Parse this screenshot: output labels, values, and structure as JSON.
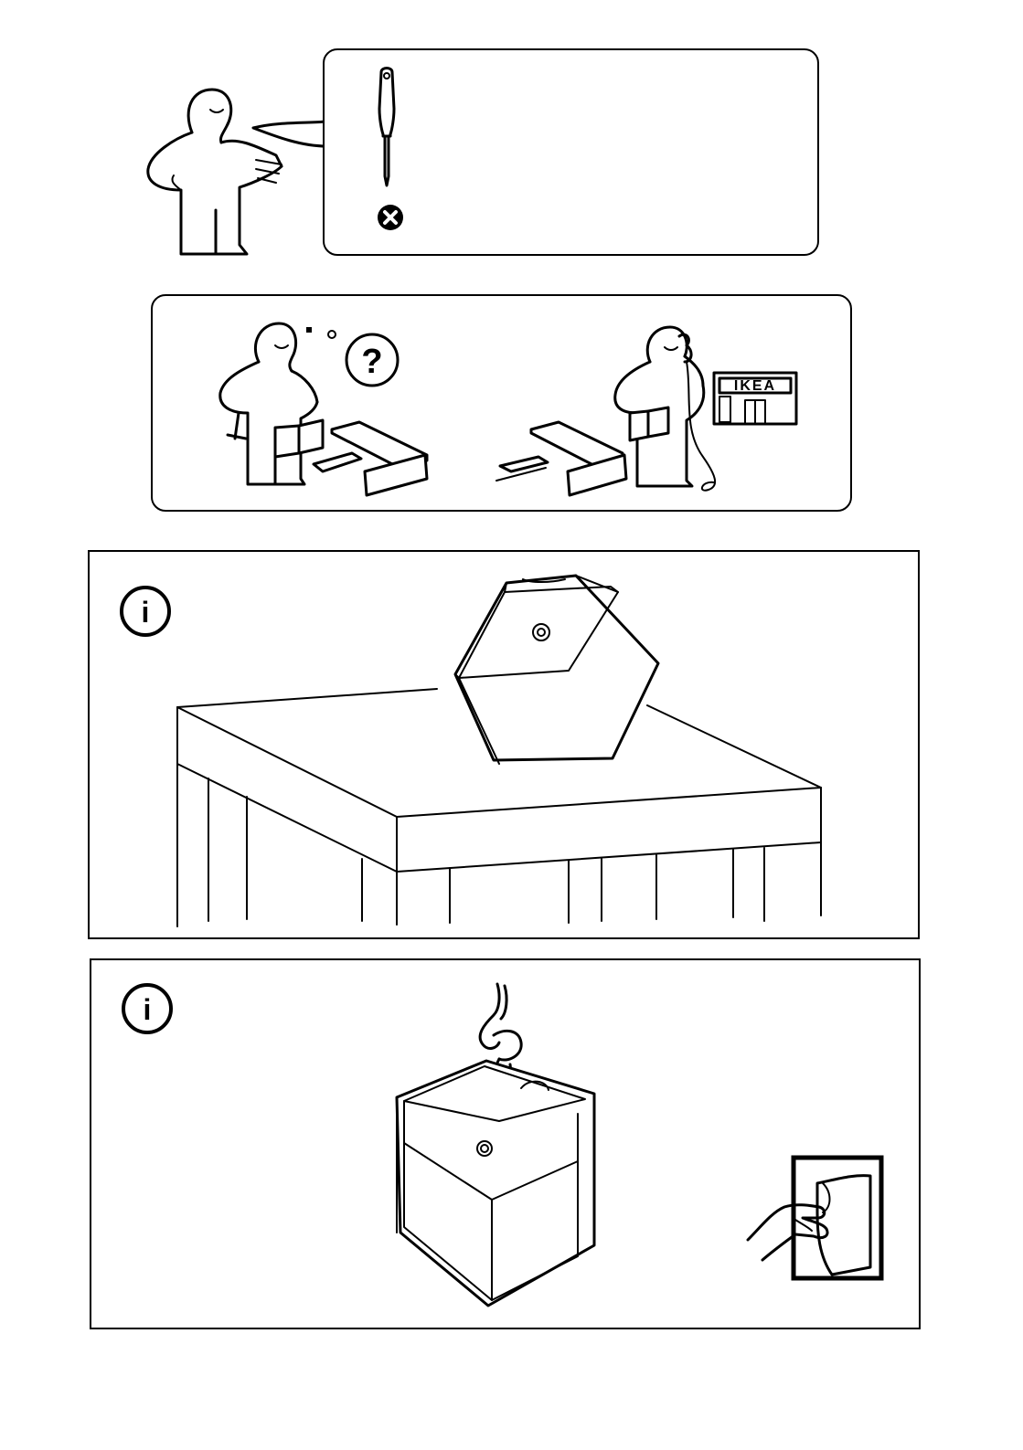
{
  "page": {
    "type": "assembly-instruction-page"
  },
  "panels": {
    "tools": {
      "icon": "screwdriver-icon",
      "status_icon": "no-x-icon"
    },
    "help": {
      "question_icon": "question-mark-icon",
      "question_mark": "?",
      "store_sign": "IKEA"
    },
    "info_table": {
      "info_icon": "info-icon",
      "info_symbol": "i"
    },
    "info_hanging": {
      "info_icon": "info-icon",
      "info_symbol": "i",
      "peel_icon": "peel-sticker-icon"
    }
  }
}
